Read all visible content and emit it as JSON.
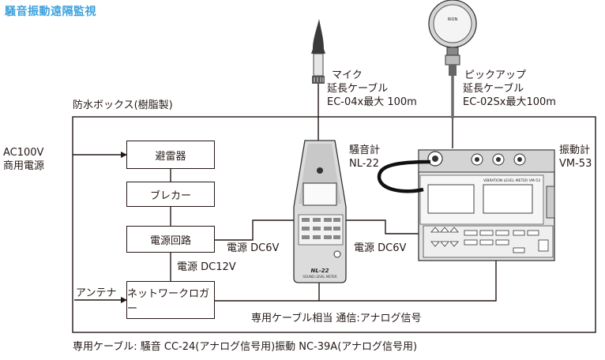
{
  "title": "騒音振動遠隔監視",
  "labels": {
    "mic": "マイク",
    "pickup": "ピックアップ",
    "ext_cable_mic_line1": "延長ケーブル",
    "ext_cable_mic_line2": "EC-04x最大 100m",
    "ext_cable_pickup_line1": "延長ケーブル",
    "ext_cable_pickup_line2": "EC-02Sx最大100m",
    "enclosure": "防水ボックス(樹脂製)",
    "ac_line1": "AC100V",
    "ac_line2": "商用電源",
    "sound_meter_line1": "騒音計",
    "sound_meter_line2": "NL-22",
    "vib_meter_line1": "振動計",
    "vib_meter_line2": "VM-53",
    "power_dc6v_left": "電源 DC6V",
    "power_dc6v_right": "電源 DC6V",
    "power_dc12v": "電源 DC12V",
    "antenna": "アンテナ",
    "comm_cable": "専用ケーブル相当  通信:アナログ信号",
    "footer": "専用ケーブル: 騒音 CC-24(アナログ信号用)振動 NC-39A(アナログ信号用)"
  },
  "boxes": {
    "arrester": "避雷器",
    "breaker": "ブレカー",
    "power_circuit": "電源回路",
    "network_logger": "ネットワークロガー"
  },
  "device_text": {
    "nl22_model": "NL-22",
    "nl22_sub": "SOUND LEVEL METER",
    "vm53_panel": "VIBRATION LEVEL METER VM-53",
    "pickup_face": "RION"
  }
}
